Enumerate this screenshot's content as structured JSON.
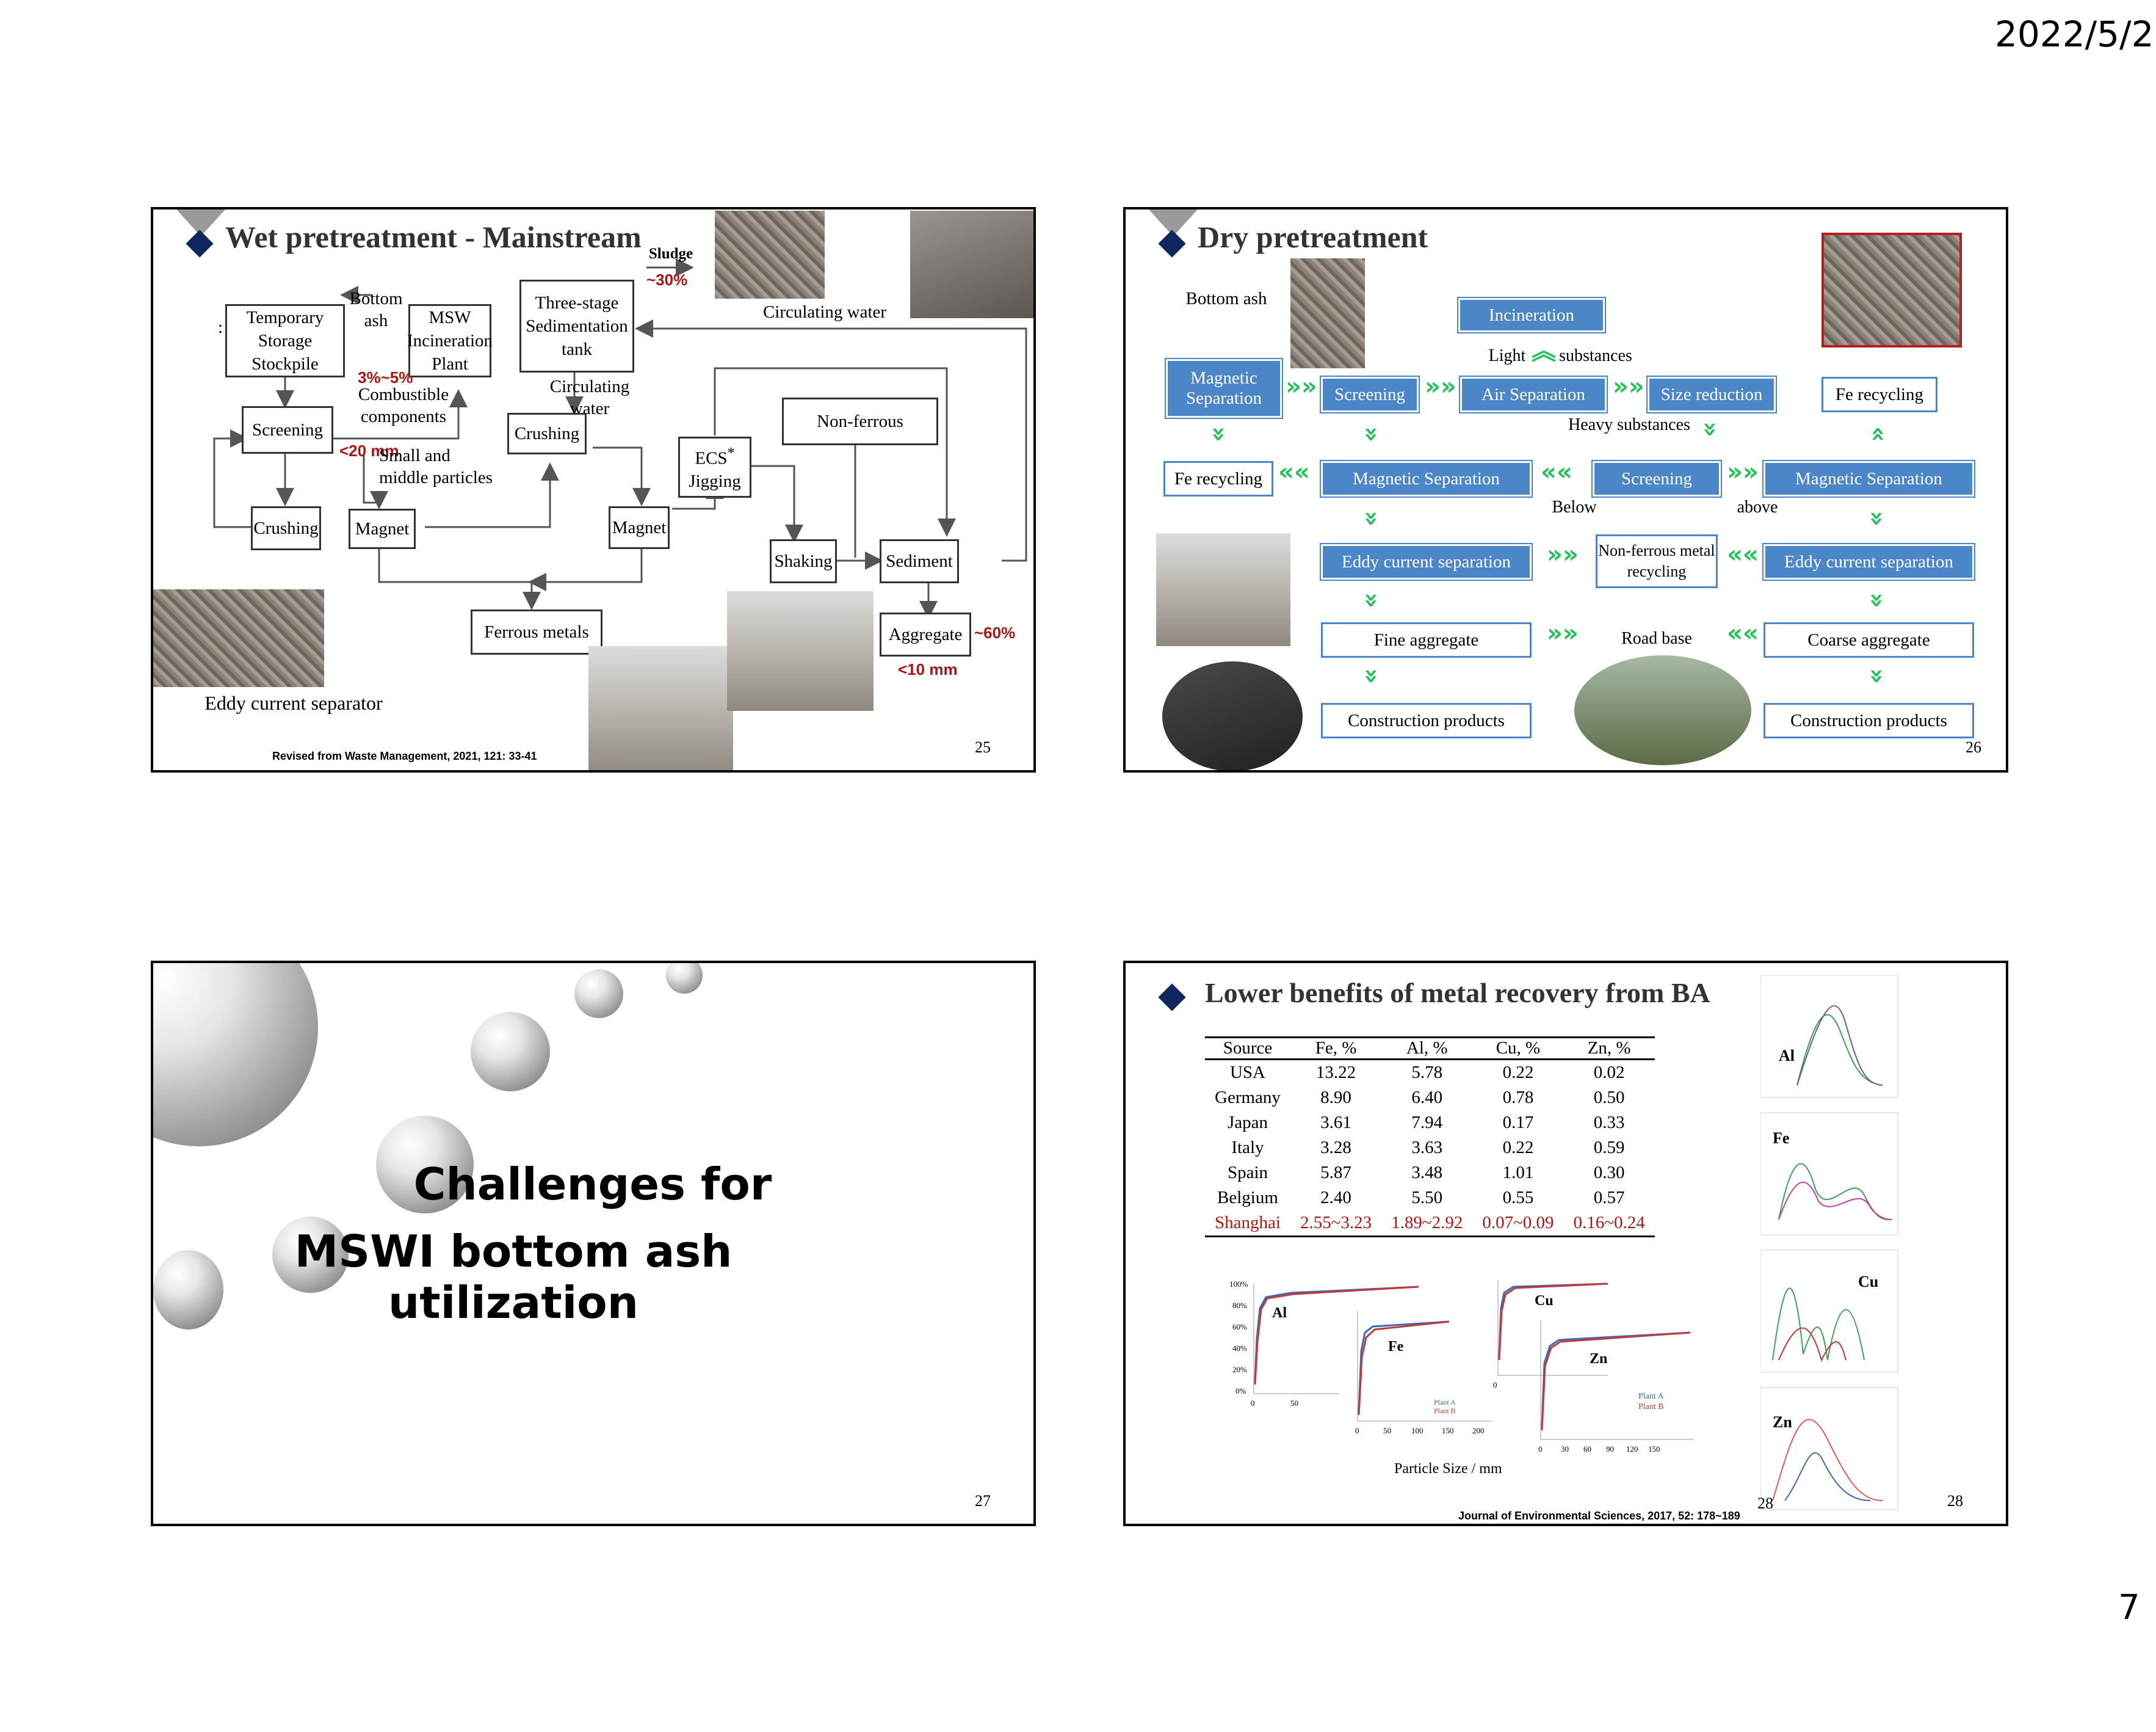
{
  "header": {
    "date": "2022/5/2"
  },
  "footer": {
    "page_number": "7"
  },
  "slide25": {
    "title": "Wet pretreatment - Mainstream",
    "boxes": {
      "temporary": "Temporary Storage Stockpile",
      "msw": "MSW Incineration Plant",
      "sedimentation": "Three-stage Sedimentation tank",
      "screening": "Screening",
      "crushing1": "Crushing",
      "crushing2": "Crushing",
      "magnet1": "Magnet",
      "magnet2": "Magnet",
      "ecs": "ECS",
      "ecs_star": "*",
      "jigging": "Jigging",
      "nonferrous": "Non-ferrous",
      "shaking": "Shaking",
      "sediment": "Sediment",
      "ferrous": "Ferrous metals",
      "aggregate": "Aggregate"
    },
    "labels": {
      "bottom_ash": "Bottom ash",
      "sludge": "Sludge",
      "circ_water1": "Circulating water",
      "circ_water2": "Circulating water",
      "pct_comb": "3%~5%",
      "combustible": "Combustible components",
      "lt20": "<20 mm",
      "small_middle": "Small and middle particles",
      "pct30": "~30%",
      "pct60": "~60%",
      "lt10": "<10 mm",
      "eddy": "Eddy current separator",
      "colon": ":",
      "source": "Revised from Waste Management, 2021, 121: 33-41"
    },
    "number": "25"
  },
  "slide26": {
    "title": "Dry pretreatment",
    "labels": {
      "bottom_ash": "Bottom ash",
      "light": "Light",
      "substances": "substances",
      "heavy": "Heavy substances",
      "below": "Below",
      "above": "above",
      "road_base": "Road base"
    },
    "boxes": {
      "incineration": "Incineration",
      "magnetic1": "Magnetic Separation",
      "screening1": "Screening",
      "air_sep": "Air Separation",
      "size_red": "Size reduction",
      "fe_rec1": "Fe recycling",
      "fe_rec2": "Fe recycling",
      "magnetic2": "Magnetic Separation",
      "screening2": "Screening",
      "magnetic3": "Magnetic Separation",
      "eddy1": "Eddy current separation",
      "nonferrous": "Non-ferrous metal recycling",
      "eddy2": "Eddy current separation",
      "fine": "Fine aggregate",
      "coarse": "Coarse aggregate",
      "const1": "Construction products",
      "const2": "Construction products"
    },
    "number": "26"
  },
  "slide27": {
    "title_line1": "Challenges for",
    "title_line2": "MSWI bottom ash utilization",
    "number": "27"
  },
  "slide28": {
    "title": "Lower benefits of metal recovery from BA",
    "table": {
      "headers": [
        "Source",
        "Fe, %",
        "Al, %",
        "Cu, %",
        "Zn, %"
      ],
      "rows": [
        [
          "USA",
          "13.22",
          "5.78",
          "0.22",
          "0.02"
        ],
        [
          "Germany",
          "8.90",
          "6.40",
          "0.78",
          "0.50"
        ],
        [
          "Japan",
          "3.61",
          "7.94",
          "0.17",
          "0.33"
        ],
        [
          "Italy",
          "3.28",
          "3.63",
          "0.22",
          "0.59"
        ],
        [
          "Spain",
          "5.87",
          "3.48",
          "1.01",
          "0.30"
        ],
        [
          "Belgium",
          "2.40",
          "5.50",
          "0.55",
          "0.57"
        ],
        [
          "Shanghai",
          "2.55~3.23",
          "1.89~2.92",
          "0.07~0.09",
          "0.16~0.24"
        ]
      ]
    },
    "charts": {
      "al": "Al",
      "fe": "Fe",
      "cu": "Cu",
      "zn": "Zn",
      "xlabel": "Particle Size / mm",
      "plantA": "Plant A",
      "plantB": "Plant B",
      "y_ticks": [
        "100%",
        "80%",
        "60%",
        "40%",
        "20%",
        "0%"
      ],
      "al_x": [
        "0",
        "50"
      ],
      "fe_x": [
        "0",
        "50",
        "100",
        "150",
        "200"
      ],
      "zn_x": [
        "0",
        "30",
        "60",
        "90",
        "120",
        "150"
      ],
      "cu_x": [
        "0"
      ]
    },
    "side_labels": {
      "al": "Al",
      "fe": "Fe",
      "cu": "Cu",
      "zn": "Zn"
    },
    "source": "Journal of Environmental Sciences, 2017, 52: 178~189",
    "number_left": "28",
    "number": "28"
  }
}
